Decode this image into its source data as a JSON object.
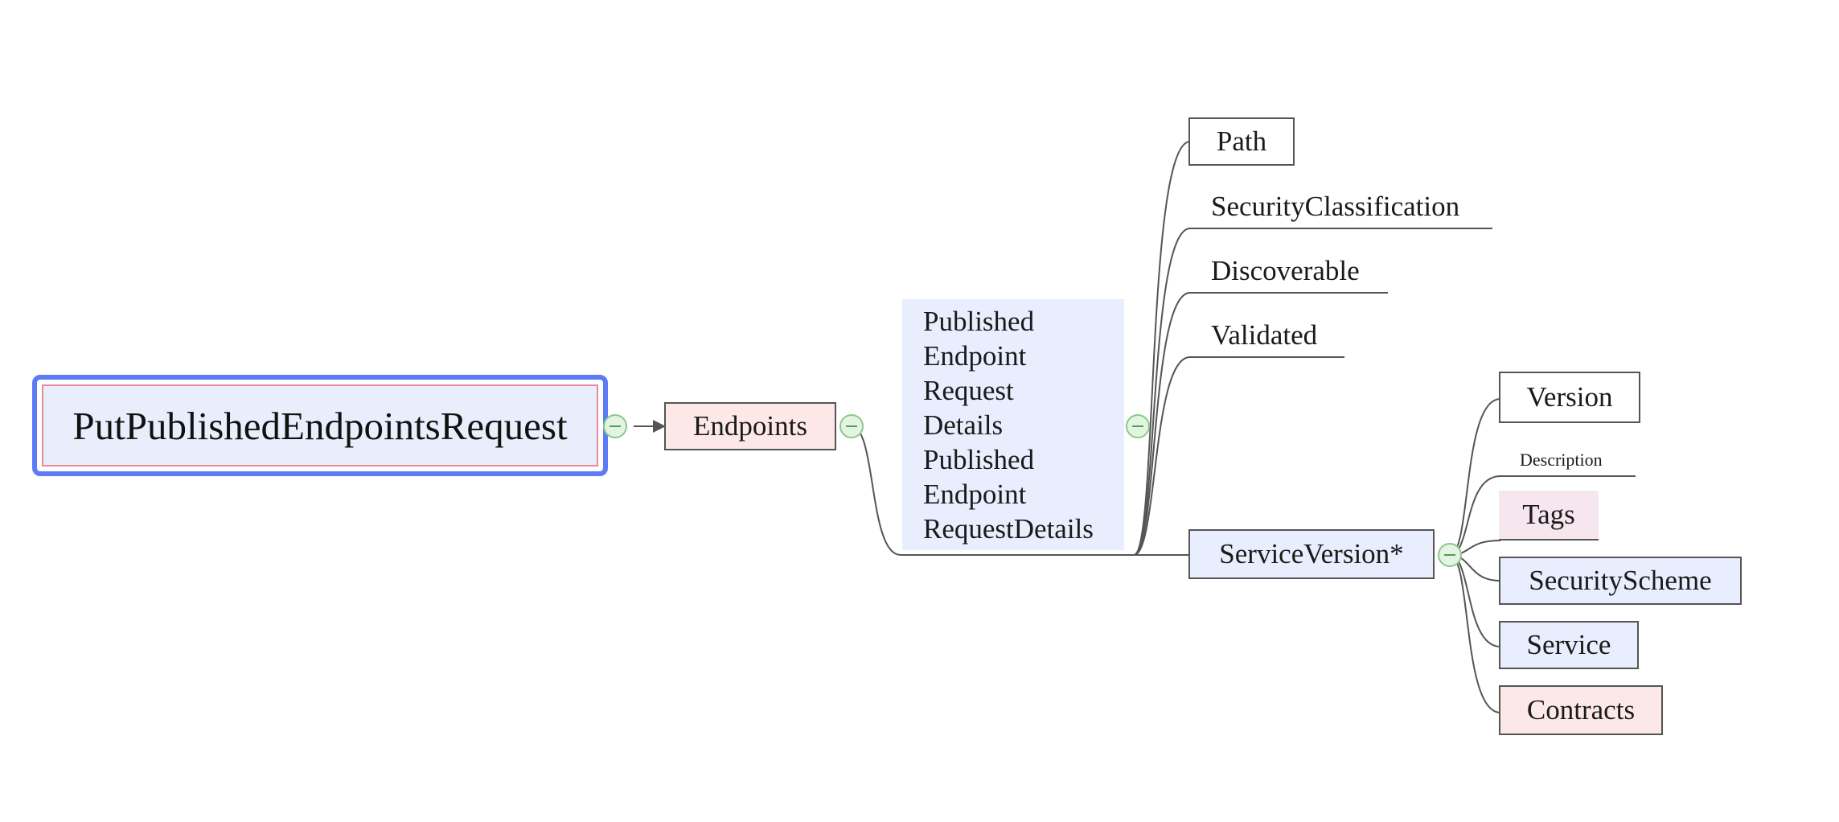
{
  "nodes": {
    "root": "PutPublishedEndpointsRequest",
    "endpoints": "Endpoints",
    "details_lines": [
      "Published",
      "Endpoint",
      "Request",
      "Details",
      "Published",
      "Endpoint",
      "RequestDetails"
    ],
    "path": "Path",
    "security_classification": "SecurityClassification",
    "discoverable": "Discoverable",
    "validated": "Validated",
    "service_version": "ServiceVersion*",
    "version": "Version",
    "description": "Description",
    "tags": "Tags",
    "security_scheme": "SecurityScheme",
    "service": "Service",
    "contracts": "Contracts"
  },
  "colors": {
    "root_border": "#5b7cf6",
    "root_fill": "#e9eefd",
    "blue_fill": "#e8eefd",
    "pink_fill": "#fce8e6",
    "lavender_fill": "#f6e7ef",
    "connector": "#555555",
    "toggle_fill": "#e3f4e3",
    "toggle_border": "#8bc98b"
  },
  "toggles": [
    "collapse-toggle-root",
    "collapse-toggle-endpoints",
    "collapse-toggle-details",
    "collapse-toggle-service-version"
  ]
}
